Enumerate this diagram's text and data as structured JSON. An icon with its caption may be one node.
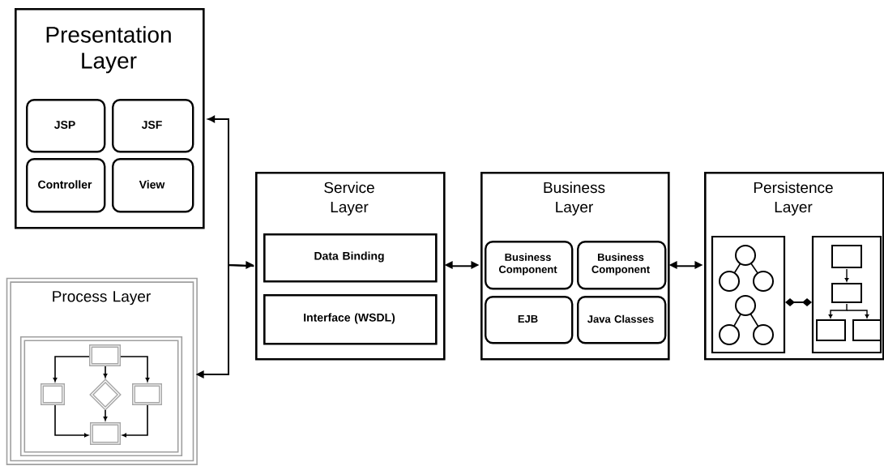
{
  "diagram": {
    "nodes": [
      {
        "text": [
          "Presentation Layer"
        ]
      },
      {
        "text": [
          "JSP"
        ],
        "in": 0
      },
      {
        "text": [
          "JSF"
        ],
        "in": 0
      },
      {
        "text": [
          "Controller"
        ],
        "in": 0
      },
      {
        "text": [
          "View"
        ],
        "in": 0
      },
      {
        "text": [
          "Process Layer"
        ]
      },
      {
        "text": [
          "Service Layer"
        ]
      },
      {
        "text": [
          "Data Binding"
        ],
        "in": 6
      },
      {
        "text": [
          "Interface (WSDL)"
        ],
        "in": 6
      },
      {
        "text": [
          "Business Layer"
        ]
      },
      {
        "text": [
          "Business Component"
        ],
        "in": 9
      },
      {
        "text": [
          "Business Component"
        ],
        "in": 9
      },
      {
        "text": [
          "EJB"
        ],
        "in": 9
      },
      {
        "text": [
          "Java Classes"
        ],
        "in": 9
      },
      {
        "text": [
          "Persistence Layer"
        ]
      }
    ],
    "edges": [
      {
        "from": 6,
        "to": 0,
        "arrow": "to"
      },
      {
        "from": 6,
        "to": 5,
        "arrow": "both"
      },
      {
        "from": 6,
        "to": 9,
        "arrow": "both"
      },
      {
        "from": 9,
        "to": 14,
        "arrow": "both"
      }
    ]
  }
}
